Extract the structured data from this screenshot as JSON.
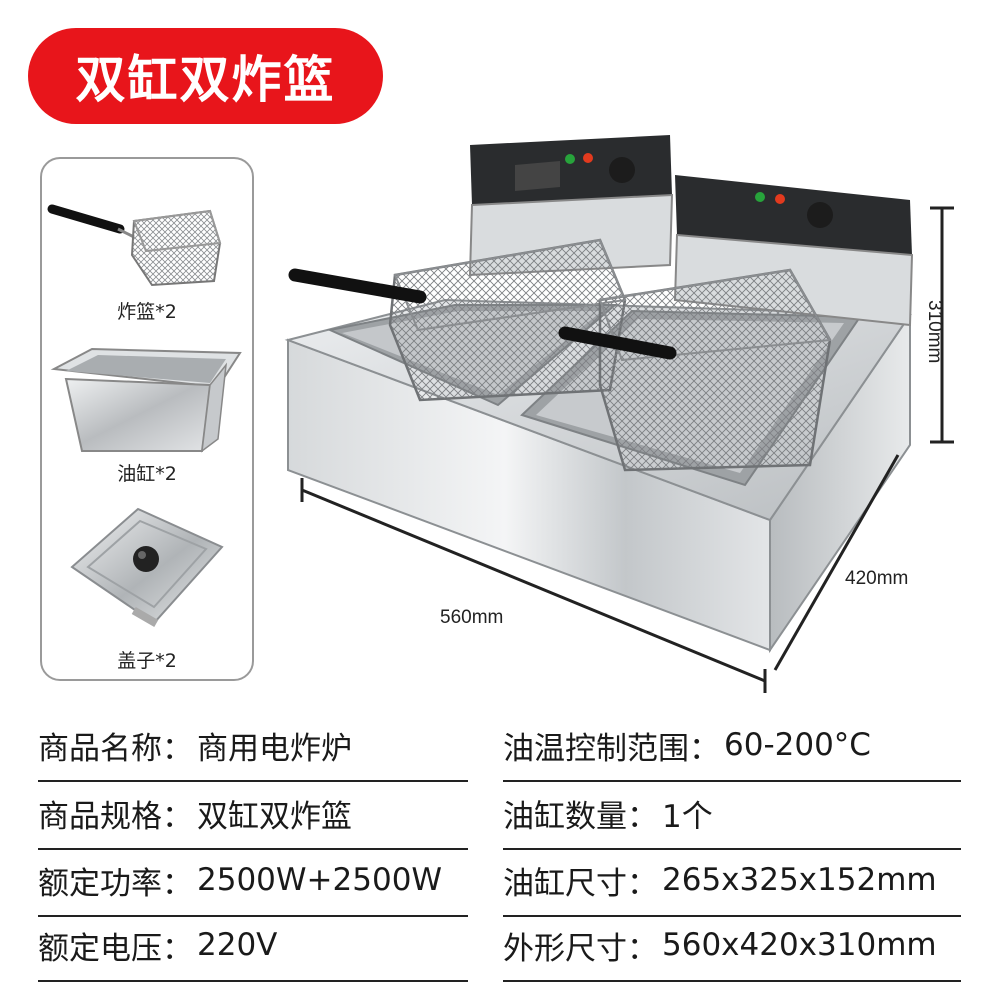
{
  "title": "双缸双炸篮",
  "accessories": [
    {
      "label": "炸篮*2",
      "icon": "fry-basket-icon"
    },
    {
      "label": "油缸*2",
      "icon": "oil-tank-icon"
    },
    {
      "label": "盖子*2",
      "icon": "lid-icon"
    }
  ],
  "dimensions": {
    "height": "310mm",
    "depth": "420mm",
    "width": "560mm"
  },
  "specs": {
    "left": [
      {
        "key": "商品名称：",
        "value": "商用电炸炉"
      },
      {
        "key": "商品规格：",
        "value": "双缸双炸篮"
      },
      {
        "key": "额定功率：",
        "value": "2500W+2500W"
      },
      {
        "key": "额定电压：",
        "value": "220V"
      }
    ],
    "right": [
      {
        "key": "油温控制范围：",
        "value": "60-200°C"
      },
      {
        "key": "油缸数量：",
        "value": "1个"
      },
      {
        "key": "油缸尺寸：",
        "value": "265x325x152mm"
      },
      {
        "key": "外形尺寸：",
        "value": "560x420x310mm"
      }
    ]
  },
  "colors": {
    "accent": "#e8151b",
    "steel": "#c9ccce",
    "handle": "#1a1a1a"
  }
}
